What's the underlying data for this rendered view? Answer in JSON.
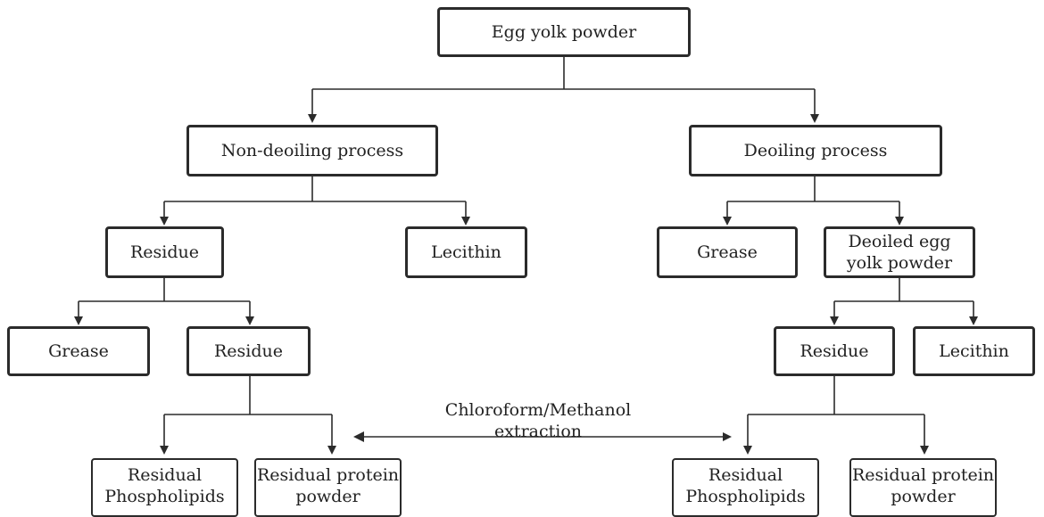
{
  "nodes": {
    "root": "Egg yolk powder",
    "non_deoiling": "Non-deoiling process",
    "deoiling": "Deoiling process",
    "left_residue": "Residue",
    "left_lecithin": "Lecithin",
    "right_grease": "Grease",
    "deoiled_powder": "Deoiled egg yolk powder",
    "left_grease2": "Grease",
    "left_residue2": "Residue",
    "right_residue": "Residue",
    "right_lecithin": "Lecithin",
    "left_phospholipids": "Residual Phospholipids",
    "left_protein": "Residual protein powder",
    "right_phospholipids": "Residual Phospholipids",
    "right_protein": "Residual protein powder"
  },
  "comparison_label": "Chloroform/Methanol extraction"
}
